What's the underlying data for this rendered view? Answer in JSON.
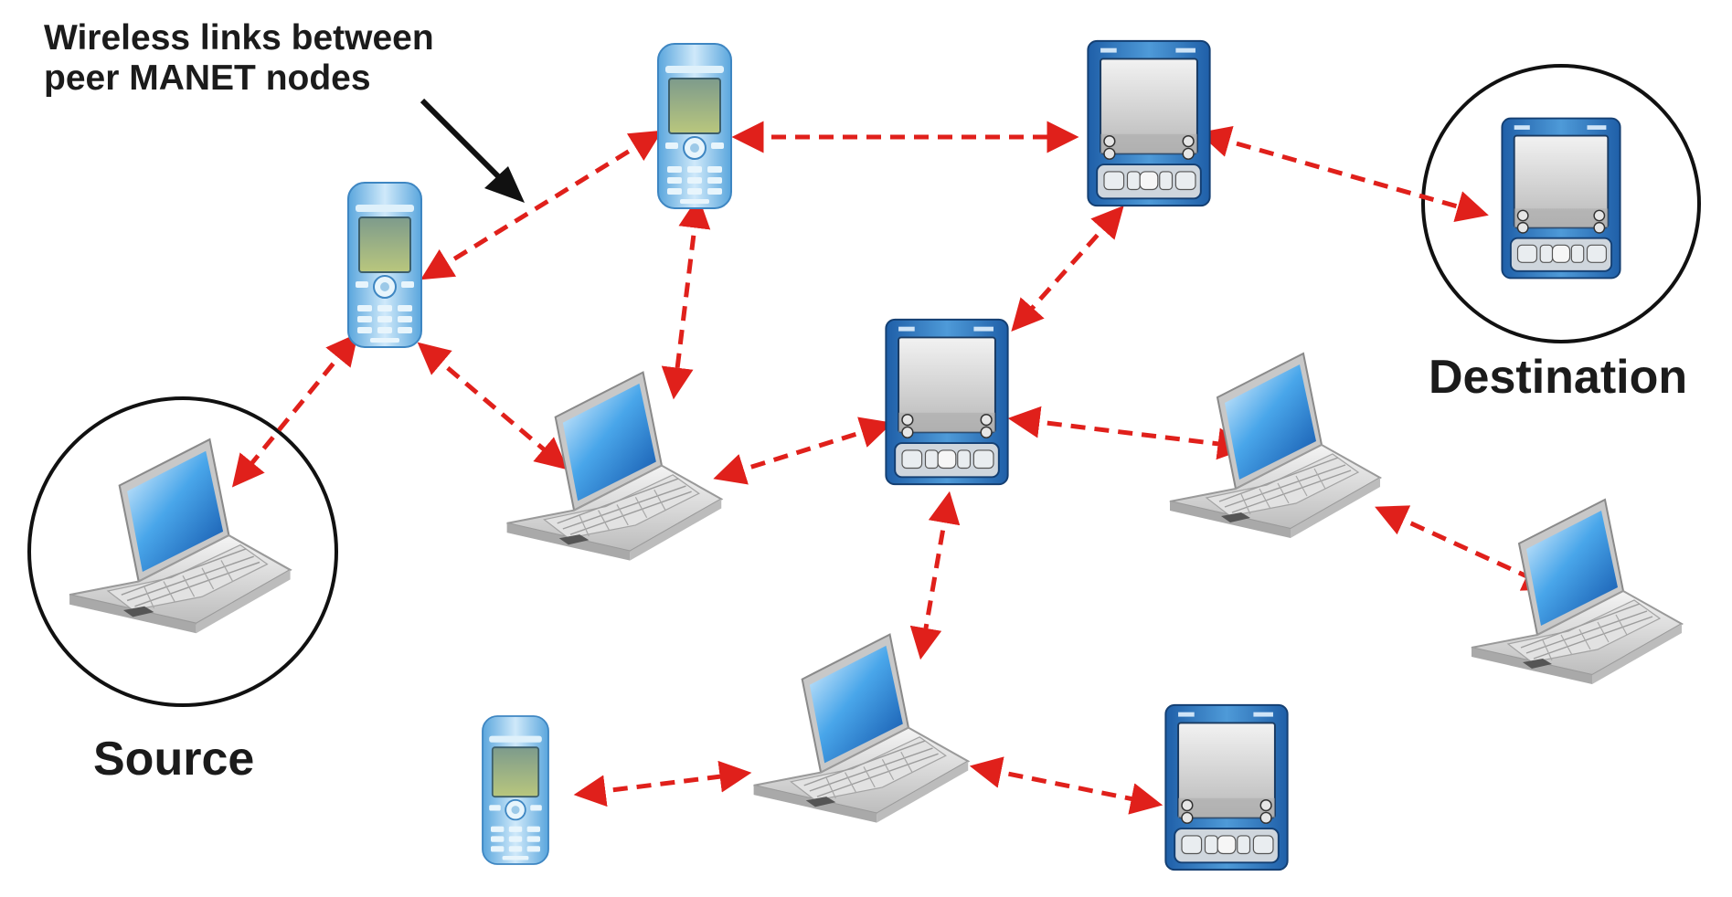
{
  "labels": {
    "caption_line1": "Wireless links between",
    "caption_line2": "peer MANET nodes",
    "source": "Source",
    "destination": "Destination"
  },
  "colors": {
    "link": "#e0201b",
    "pointer": "#111111",
    "highlight_ring": "#111111",
    "phone_body": "#7fbfe8",
    "pda_body": "#2f78c0",
    "screen": "#9fb889",
    "laptop_body": "#dcdcdc",
    "laptop_screen": "#2f7fd6"
  },
  "nodes": [
    {
      "id": "phone-a",
      "type": "phone",
      "icon": "mobile-phone-icon"
    },
    {
      "id": "phone-b",
      "type": "phone",
      "icon": "mobile-phone-icon"
    },
    {
      "id": "pda-a",
      "type": "pda",
      "icon": "pda-icon"
    },
    {
      "id": "pda-dest",
      "type": "pda",
      "icon": "pda-icon",
      "role": "destination"
    },
    {
      "id": "pda-c",
      "type": "pda",
      "icon": "pda-icon"
    },
    {
      "id": "laptop-src",
      "type": "laptop",
      "icon": "laptop-icon",
      "role": "source"
    },
    {
      "id": "laptop-b",
      "type": "laptop",
      "icon": "laptop-icon"
    },
    {
      "id": "laptop-c",
      "type": "laptop",
      "icon": "laptop-icon"
    },
    {
      "id": "laptop-d",
      "type": "laptop",
      "icon": "laptop-icon"
    },
    {
      "id": "laptop-e",
      "type": "laptop",
      "icon": "laptop-icon"
    },
    {
      "id": "phone-c",
      "type": "phone",
      "icon": "mobile-phone-icon"
    },
    {
      "id": "pda-e",
      "type": "pda",
      "icon": "pda-icon"
    }
  ],
  "links": [
    [
      "phone-a",
      "phone-b"
    ],
    [
      "phone-b",
      "pda-a"
    ],
    [
      "pda-a",
      "pda-dest"
    ],
    [
      "phone-a",
      "laptop-src"
    ],
    [
      "phone-a",
      "laptop-b"
    ],
    [
      "phone-b",
      "laptop-b"
    ],
    [
      "pda-a",
      "pda-c"
    ],
    [
      "laptop-b",
      "pda-c"
    ],
    [
      "pda-c",
      "laptop-c"
    ],
    [
      "laptop-c",
      "laptop-e"
    ],
    [
      "pda-c",
      "laptop-d"
    ],
    [
      "phone-c",
      "laptop-d"
    ],
    [
      "laptop-d",
      "pda-e"
    ]
  ]
}
